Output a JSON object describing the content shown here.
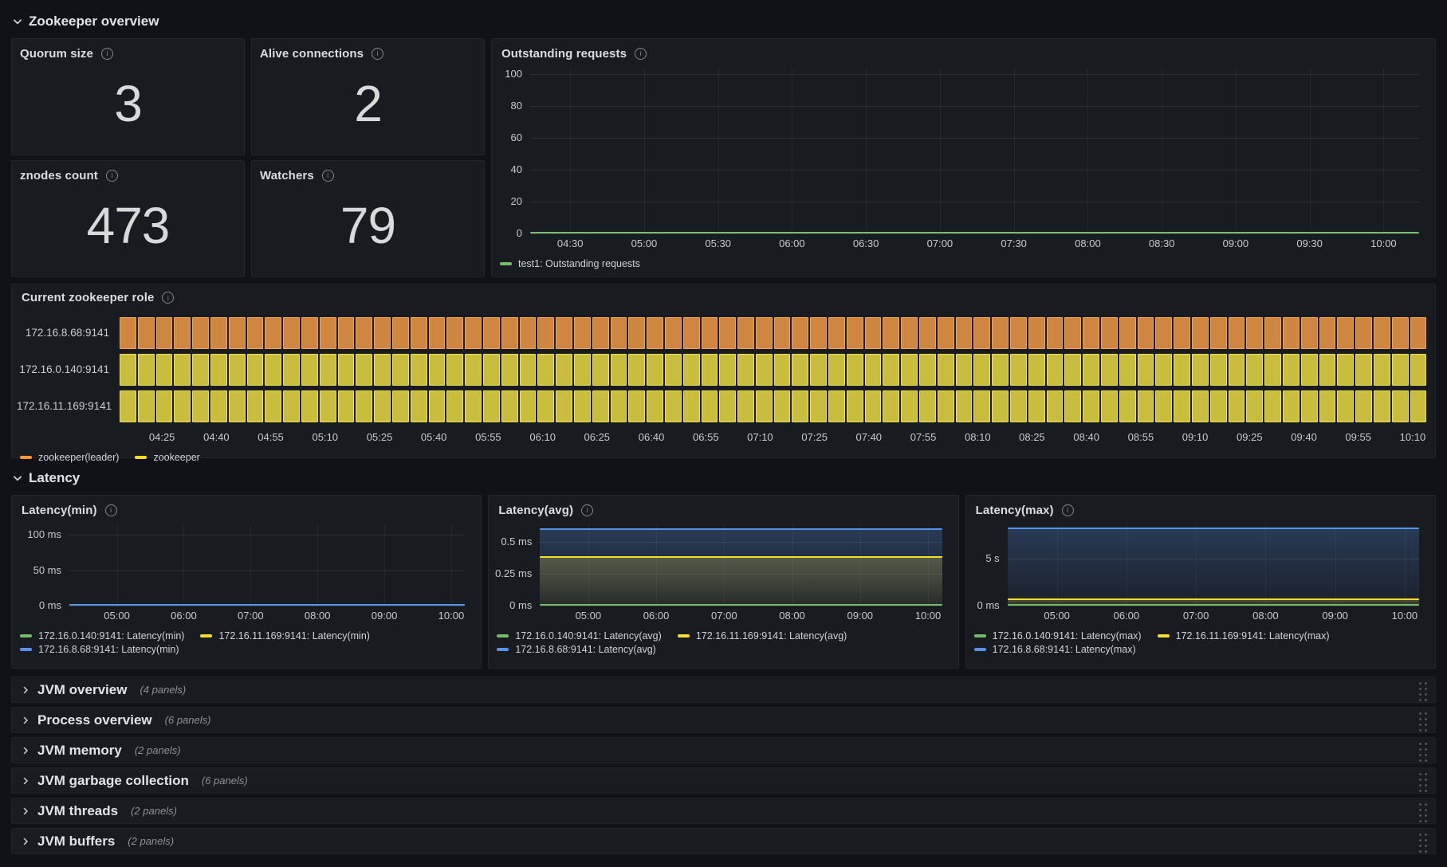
{
  "sections": {
    "zookeeper_overview": {
      "title": "Zookeeper overview"
    },
    "latency": {
      "title": "Latency"
    }
  },
  "stat_panels": [
    {
      "title": "Quorum size",
      "value": "3"
    },
    {
      "title": "Alive connections",
      "value": "2"
    },
    {
      "title": "znodes count",
      "value": "473"
    },
    {
      "title": "Watchers",
      "value": "79"
    }
  ],
  "chart_data": [
    {
      "id": "outstanding_requests",
      "type": "line",
      "title": "Outstanding requests",
      "ylim": [
        0,
        104
      ],
      "y_ticks": [
        {
          "label": "100",
          "value": 100
        },
        {
          "label": "80",
          "value": 80
        },
        {
          "label": "60",
          "value": 60
        },
        {
          "label": "40",
          "value": 40
        },
        {
          "label": "20",
          "value": 20
        },
        {
          "label": "0",
          "value": 0
        }
      ],
      "x_ticks": [
        "04:30",
        "05:00",
        "05:30",
        "06:00",
        "06:30",
        "07:00",
        "07:30",
        "08:00",
        "08:30",
        "09:00",
        "09:30",
        "10:00"
      ],
      "grid": true,
      "legend_position": "bottom",
      "series": [
        {
          "name": "test1: Outstanding requests",
          "color": "#73bf69",
          "value": 0,
          "fill": false
        }
      ]
    },
    {
      "id": "current_zookeeper_role",
      "type": "state-timeline",
      "title": "Current zookeeper role",
      "rows": [
        {
          "label": "172.16.8.68:9141",
          "state": "zookeeper(leader)"
        },
        {
          "label": "172.16.0.140:9141",
          "state": "zookeeper"
        },
        {
          "label": "172.16.11.169:9141",
          "state": "zookeeper"
        }
      ],
      "segment_count": 72,
      "states": {
        "zookeeper(leader)": {
          "fill": "#cf8640",
          "border": "#efa54e"
        },
        "zookeeper": {
          "fill": "#c9bd3e",
          "border": "#ece253"
        }
      },
      "x_ticks": [
        "04:25",
        "04:40",
        "04:55",
        "05:10",
        "05:25",
        "05:40",
        "05:55",
        "06:10",
        "06:25",
        "06:40",
        "06:55",
        "07:10",
        "07:25",
        "07:40",
        "07:55",
        "08:10",
        "08:25",
        "08:40",
        "08:55",
        "09:10",
        "09:25",
        "09:40",
        "09:55",
        "10:10"
      ],
      "legend": [
        {
          "label": "zookeeper(leader)",
          "color": "#ff9830"
        },
        {
          "label": "zookeeper",
          "color": "#fade2a"
        }
      ]
    },
    {
      "id": "latency_min",
      "type": "line",
      "title": "Latency(min)",
      "ylim": [
        0,
        115
      ],
      "y_ticks": [
        {
          "label": "100 ms",
          "value": 100
        },
        {
          "label": "50 ms",
          "value": 50
        },
        {
          "label": "0 ms",
          "value": 0
        }
      ],
      "x_ticks": [
        "05:00",
        "06:00",
        "07:00",
        "08:00",
        "09:00",
        "10:00"
      ],
      "grid": true,
      "legend_position": "bottom",
      "series": [
        {
          "name": "172.16.0.140:9141: Latency(min)",
          "color": "#73bf69",
          "value": 0,
          "fill": false
        },
        {
          "name": "172.16.11.169:9141: Latency(min)",
          "color": "#fade2a",
          "value": 0,
          "fill": false
        },
        {
          "name": "172.16.8.68:9141: Latency(min)",
          "color": "#5794f2",
          "value": 0,
          "fill": false
        }
      ]
    },
    {
      "id": "latency_avg",
      "type": "line",
      "title": "Latency(avg)",
      "ylim": [
        0,
        0.64
      ],
      "y_ticks": [
        {
          "label": "0.5 ms",
          "value": 0.5
        },
        {
          "label": "0.25 ms",
          "value": 0.25
        },
        {
          "label": "0 ms",
          "value": 0
        }
      ],
      "x_ticks": [
        "05:00",
        "06:00",
        "07:00",
        "08:00",
        "09:00",
        "10:00"
      ],
      "grid": true,
      "legend_position": "bottom",
      "series": [
        {
          "name": "172.16.0.140:9141: Latency(avg)",
          "color": "#73bf69",
          "value": 0.004,
          "fill": false
        },
        {
          "name": "172.16.11.169:9141: Latency(avg)",
          "color": "#fade2a",
          "value": 0.38,
          "fill": true
        },
        {
          "name": "172.16.8.68:9141: Latency(avg)",
          "color": "#5794f2",
          "value": 0.6,
          "fill": true
        }
      ]
    },
    {
      "id": "latency_max",
      "type": "line",
      "title": "Latency(max)",
      "ylim": [
        0,
        8.6
      ],
      "y_ticks": [
        {
          "label": "5 s",
          "value": 5
        },
        {
          "label": "0 ms",
          "value": 0
        }
      ],
      "x_ticks": [
        "05:00",
        "06:00",
        "07:00",
        "08:00",
        "09:00",
        "10:00"
      ],
      "grid": true,
      "legend_position": "bottom",
      "series": [
        {
          "name": "172.16.0.140:9141: Latency(max)",
          "color": "#73bf69",
          "value": 0.06,
          "fill": false
        },
        {
          "name": "172.16.11.169:9141: Latency(max)",
          "color": "#fade2a",
          "value": 0.65,
          "fill": true
        },
        {
          "name": "172.16.8.68:9141: Latency(max)",
          "color": "#5794f2",
          "value": 8.15,
          "fill": true
        }
      ]
    }
  ],
  "collapsed_rows": [
    {
      "title": "JVM overview",
      "panels": "(4 panels)"
    },
    {
      "title": "Process overview",
      "panels": "(6 panels)"
    },
    {
      "title": "JVM memory",
      "panels": "(2 panels)"
    },
    {
      "title": "JVM garbage collection",
      "panels": "(6 panels)"
    },
    {
      "title": "JVM threads",
      "panels": "(2 panels)"
    },
    {
      "title": "JVM buffers",
      "panels": "(2 panels)"
    }
  ],
  "colors": {
    "background": "#111217",
    "panel": "#181b1f",
    "green": "#73bf69",
    "yellow": "#fade2a",
    "blue": "#5794f2",
    "orange": "#ff9830"
  }
}
